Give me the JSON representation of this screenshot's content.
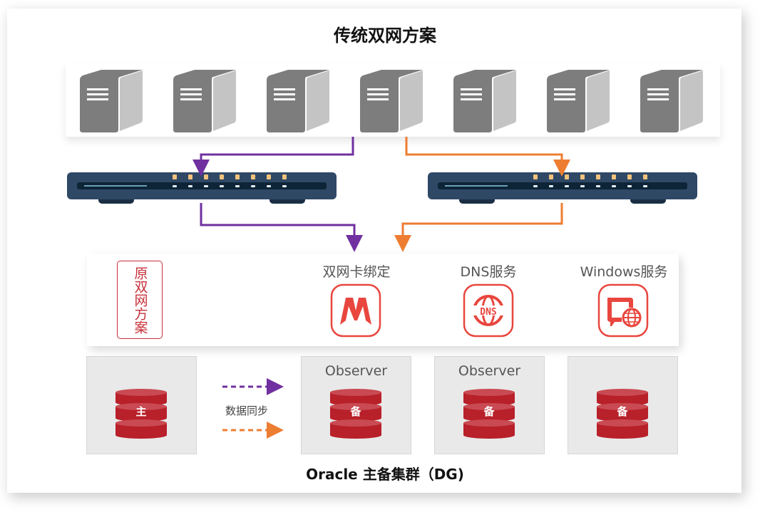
{
  "title": "传统双网方案",
  "servers": {
    "count": 7,
    "icon": "server-icon"
  },
  "switches": [
    {
      "name": "switch-left",
      "led_count": 8,
      "link_color": "#7030a0"
    },
    {
      "name": "switch-right",
      "led_count": 8,
      "link_color": "#ed7d31"
    }
  ],
  "colors": {
    "purple_link": "#7030a0",
    "orange_link": "#ed7d31",
    "accent_red": "#e8463e",
    "db_red": "#b8202a",
    "switch_body": "#2f4866",
    "server_dark": "#7d7d7d",
    "server_light": "#c4c4c4"
  },
  "legacy_stamp": "原双网方案",
  "services": [
    {
      "label": "双网卡绑定",
      "icon": "m-bonding-icon"
    },
    {
      "label": "DNS服务",
      "icon": "dns-globe-icon"
    },
    {
      "label": "Windows服务",
      "icon": "monitor-globe-icon"
    }
  ],
  "databases": [
    {
      "role": "主",
      "observer": ""
    },
    {
      "role": "备",
      "observer": "Observer"
    },
    {
      "role": "备",
      "observer": "Observer"
    },
    {
      "role": "备",
      "observer": ""
    }
  ],
  "sync_label": "数据同步",
  "footer": "Oracle 主备集群（DG)"
}
